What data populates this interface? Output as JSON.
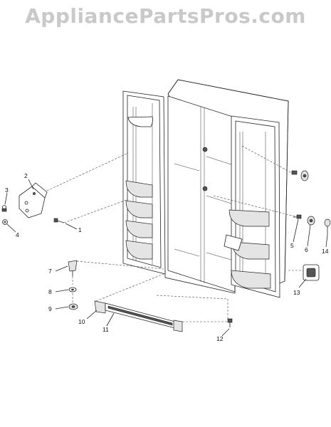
{
  "watermark": "AppliancePartsPros.com",
  "callouts": [
    "1",
    "2",
    "3",
    "4",
    "5",
    "6",
    "7",
    "8",
    "9",
    "10",
    "11",
    "12",
    "13",
    "14"
  ]
}
